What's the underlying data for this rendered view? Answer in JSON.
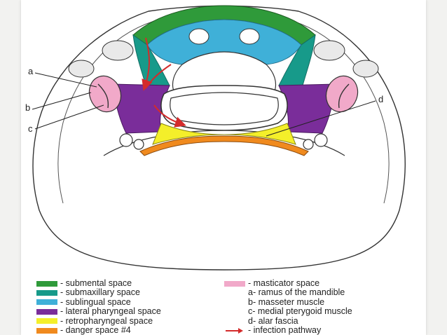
{
  "colors": {
    "submental": "#2f9a3a",
    "submaxillary": "#179a8a",
    "sublingual": "#3fb0d8",
    "lateral_pharyngeal": "#7a2d9a",
    "retropharyngeal": "#f4ef2a",
    "danger": "#f08a1e",
    "masticator": "#f1a9c9",
    "infection": "#d42b2b"
  },
  "callouts": {
    "a": "a",
    "b": "b",
    "c": "c",
    "d": "d"
  },
  "legend": {
    "left": [
      {
        "key": "submental",
        "label": "- submental space"
      },
      {
        "key": "submaxillary",
        "label": "- submaxillary space"
      },
      {
        "key": "sublingual",
        "label": "- sublingual space"
      },
      {
        "key": "lateral_pharyngeal",
        "label": "- lateral pharyngeal space"
      },
      {
        "key": "retropharyngeal",
        "label": "- retropharyngeal space"
      },
      {
        "key": "danger",
        "label": "- danger space #4"
      }
    ],
    "right": [
      {
        "label": "- masticator space"
      },
      {
        "label": "a- ramus of the mandible"
      },
      {
        "label": "b- masseter muscle"
      },
      {
        "label": "c- medial pterygoid muscle"
      },
      {
        "label": "d- alar fascia"
      },
      {
        "label": "- infection pathway"
      }
    ]
  }
}
